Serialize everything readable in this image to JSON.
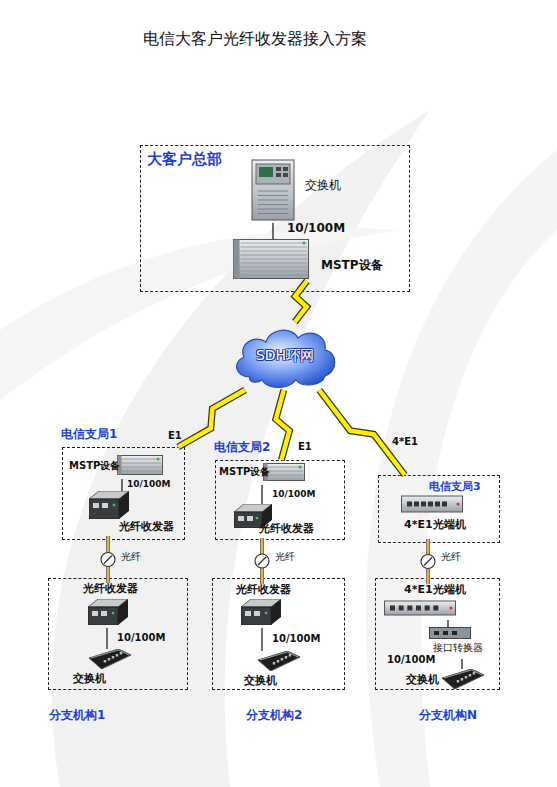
{
  "diagram": {
    "title": "电信大客户光纤收发器接入方案",
    "nodes": [
      {
        "text": [
          "大客户总部"
        ]
      },
      {
        "text": [
          "交换机"
        ],
        "in": 0
      },
      {
        "text": [
          "MSTP设备"
        ],
        "in": 0
      },
      {
        "text": [
          "SDH环网"
        ]
      },
      {
        "text": [
          "电信支局1"
        ]
      },
      {
        "text": [
          "MSTP设备"
        ],
        "in": 4
      },
      {
        "text": [
          "光纤收发器"
        ],
        "in": 4
      },
      {
        "text": [
          "电信支局2"
        ]
      },
      {
        "text": [
          "MSTP设备"
        ],
        "in": 7
      },
      {
        "text": [
          "光纤收发器"
        ],
        "in": 7
      },
      {
        "text": [
          "电信支局3"
        ]
      },
      {
        "text": [
          "4*E1光端机"
        ],
        "in": 10
      },
      {
        "text": [
          "分支机构1"
        ]
      },
      {
        "text": [
          "光纤收发器"
        ],
        "in": 12
      },
      {
        "text": [
          "交换机"
        ],
        "in": 12
      },
      {
        "text": [
          "分支机构2"
        ]
      },
      {
        "text": [
          "光纤收发器"
        ],
        "in": 15
      },
      {
        "text": [
          "交换机"
        ],
        "in": 15
      },
      {
        "text": [
          "分支机构N"
        ]
      },
      {
        "text": [
          "4*E1光端机"
        ],
        "in": 18
      },
      {
        "text": [
          "接口转换器"
        ],
        "in": 18
      },
      {
        "text": [
          "交换机"
        ],
        "in": 18
      }
    ],
    "edges": [
      {
        "from": 1,
        "to": 2,
        "arrow": "none",
        "label": "10/100M"
      },
      {
        "from": 2,
        "to": 3,
        "arrow": "none"
      },
      {
        "from": 3,
        "to": 4,
        "arrow": "none",
        "label": "E1"
      },
      {
        "from": 3,
        "to": 7,
        "arrow": "none",
        "label": "E1"
      },
      {
        "from": 3,
        "to": 10,
        "arrow": "none",
        "label": "4*E1"
      },
      {
        "from": 5,
        "to": 6,
        "arrow": "none",
        "label": "10/100M"
      },
      {
        "from": 8,
        "to": 9,
        "arrow": "none",
        "label": "10/100M"
      },
      {
        "from": 6,
        "to": 13,
        "arrow": "none",
        "label": "光纤"
      },
      {
        "from": 9,
        "to": 16,
        "arrow": "none",
        "label": "光纤"
      },
      {
        "from": 11,
        "to": 19,
        "arrow": "none",
        "label": "光纤"
      },
      {
        "from": 13,
        "to": 14,
        "arrow": "none",
        "label": "10/100M"
      },
      {
        "from": 16,
        "to": 17,
        "arrow": "none",
        "label": "10/100M"
      },
      {
        "from": 19,
        "to": 20,
        "arrow": "none"
      },
      {
        "from": 20,
        "to": 21,
        "arrow": "none",
        "label": "10/100M"
      }
    ]
  }
}
